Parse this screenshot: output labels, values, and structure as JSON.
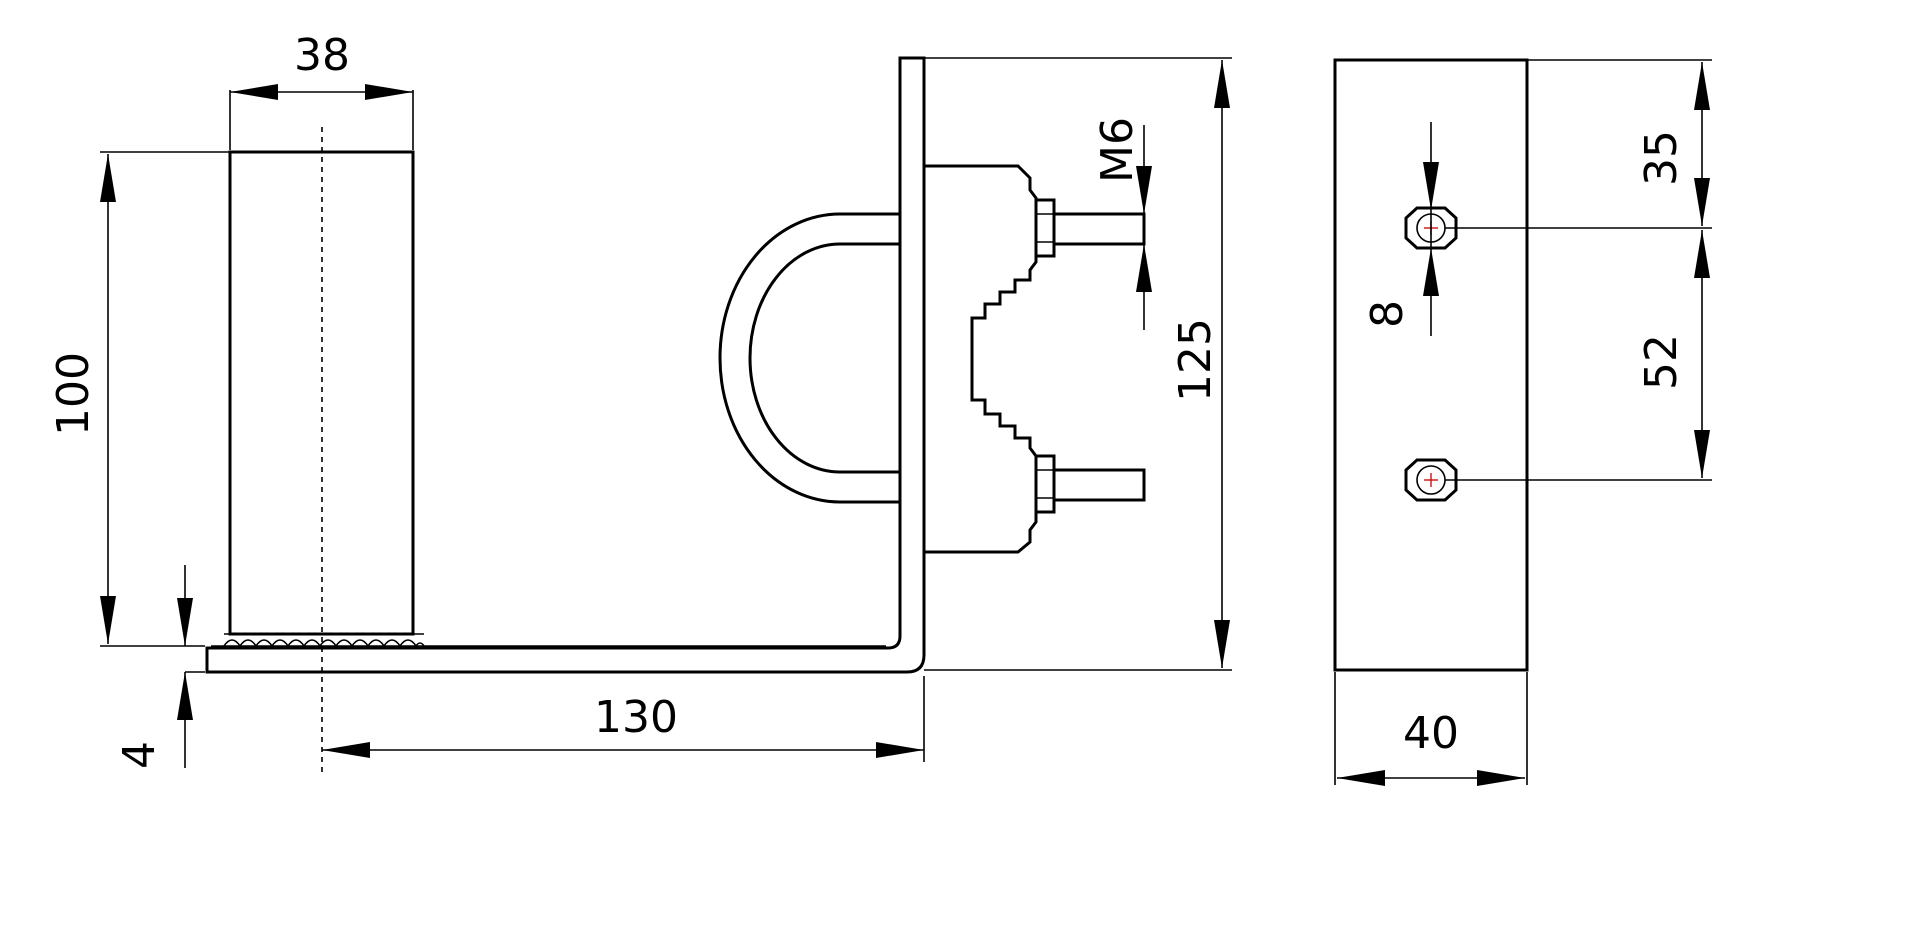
{
  "drawing": {
    "dimensions": {
      "post_width": "38",
      "post_height": "100",
      "plate_thickness": "4",
      "arm_length": "130",
      "bracket_height": "125",
      "thread": "M6",
      "hole_diameter": "8",
      "top_offset": "35",
      "hole_spacing": "52",
      "side_width": "40"
    },
    "colors": {
      "line": "#000000",
      "hole_mark": "#d01010",
      "background": "#ffffff"
    }
  }
}
